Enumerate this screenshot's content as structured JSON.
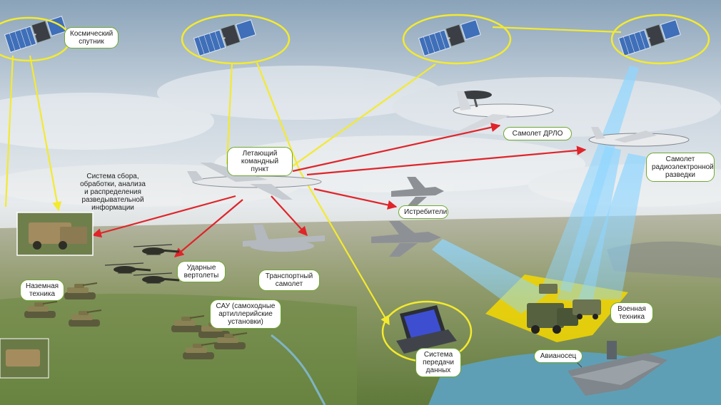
{
  "labels": {
    "sat_space": "Космический\nспутник",
    "command_post": "Летающий\nкомандный пункт",
    "collection_system": "Система сбора,\nобработки, анализа\nи распределения\nразведывательной\nинформации",
    "awacs": "Самолет ДРЛО",
    "recon_aircraft": "Самолет\nрадиоэлектронной\nразведки",
    "fighters": "Истребители",
    "attack_helicopters": "Ударные\nвертолеты",
    "transport_aircraft": "Транспортный\nсамолет",
    "ground_vehicles": "Наземная\nтехника",
    "spg": "САУ (самоходные\nартиллерийские\nустановки)",
    "military_vehicles": "Военная\nтехника",
    "data_system": "Система\nпередачи\nданных",
    "carrier": "Авианосец"
  },
  "icons": [
    "satellite-icon",
    "aircraft-icon",
    "helicopter-icon",
    "tank-icon",
    "truck-icon",
    "laptop-icon",
    "ship-icon",
    "fighter-jet-icon",
    "awacs-icon"
  ],
  "colors": {
    "link_red": "#e0242a",
    "link_yellow": "#f4ea2e",
    "coverage_zone": "#f5d800",
    "beam": "#7fd0ff",
    "label_border": "#6fa832"
  }
}
